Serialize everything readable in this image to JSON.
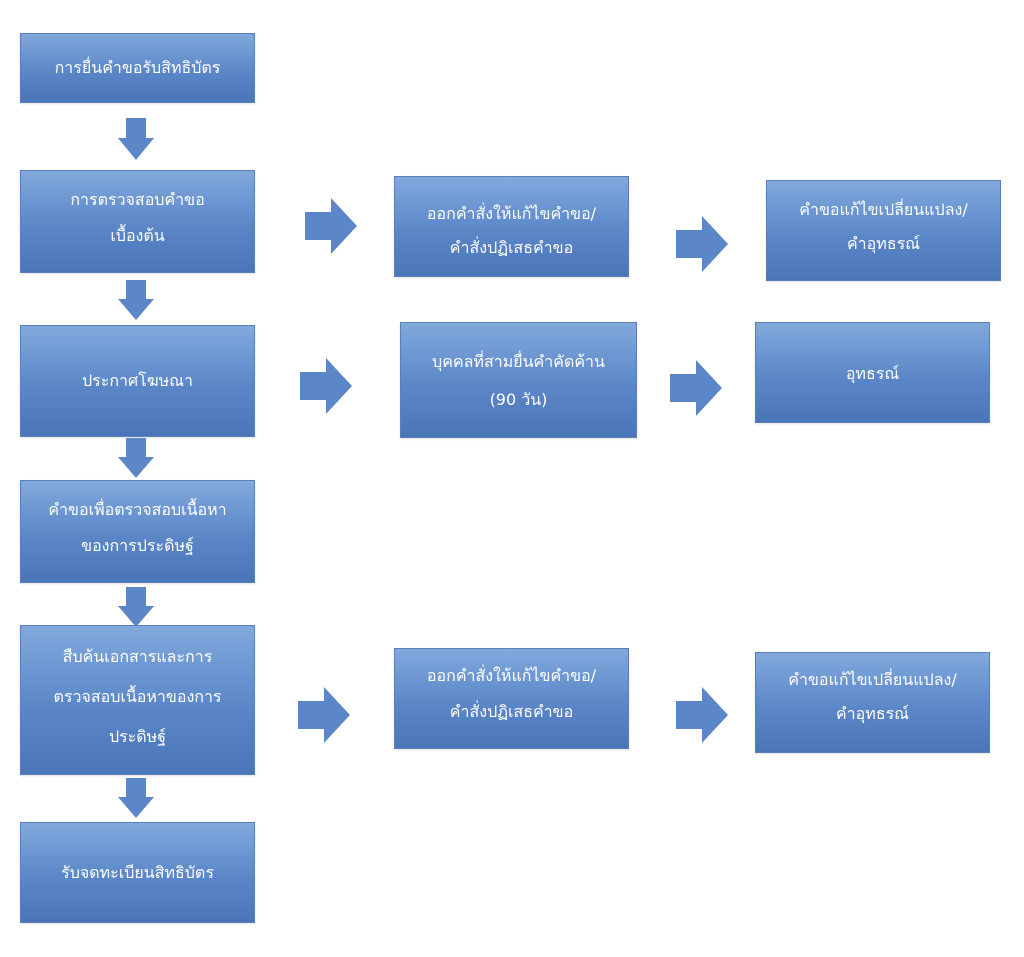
{
  "diagram": {
    "nodes": {
      "filing": "การยื่นคำขอรับสิทธิบัตร",
      "prelim_exam_1": "การตรวจสอบคำขอ",
      "prelim_exam_2": "เบื้องต้น",
      "amend_order_1_l1": "ออกคำสั่งให้แก้ไขคำขอ/",
      "amend_order_1_l2": "คำสั่งปฏิเสธคำขอ",
      "amend_request_1_l1": "คำขอแก้ไขเปลี่ยนแปลง/",
      "amend_request_1_l2": "คำอุทธรณ์",
      "publication": "ประกาศโฆษณา",
      "opposition_l1": "บุคคลที่สามยื่นคำคัดค้าน",
      "opposition_l2": "(90 วัน)",
      "appeal": "อุทธรณ์",
      "substantive_request_l1": "คำขอเพื่อตรวจสอบเนื้อหา",
      "substantive_request_l2": "ของการประดิษฐ์",
      "search_exam_l1": "สืบค้นเอกสารและการ",
      "search_exam_l2": "ตรวจสอบเนื้อหาของการ",
      "search_exam_l3": "ประดิษฐ์",
      "amend_order_2_l1": "ออกคำสั่งให้แก้ไขคำขอ/",
      "amend_order_2_l2": "คำสั่งปฏิเสธคำขอ",
      "amend_request_2_l1": "คำขอแก้ไขเปลี่ยนแปลง/",
      "amend_request_2_l2": "คำอุทธรณ์",
      "registration": "รับจดทะเบียนสิทธิบัตร"
    },
    "colors": {
      "box_top": "#82a9dd",
      "box_bottom": "#4a76b8",
      "arrow": "#5b87c8",
      "text": "#ffffff"
    }
  }
}
